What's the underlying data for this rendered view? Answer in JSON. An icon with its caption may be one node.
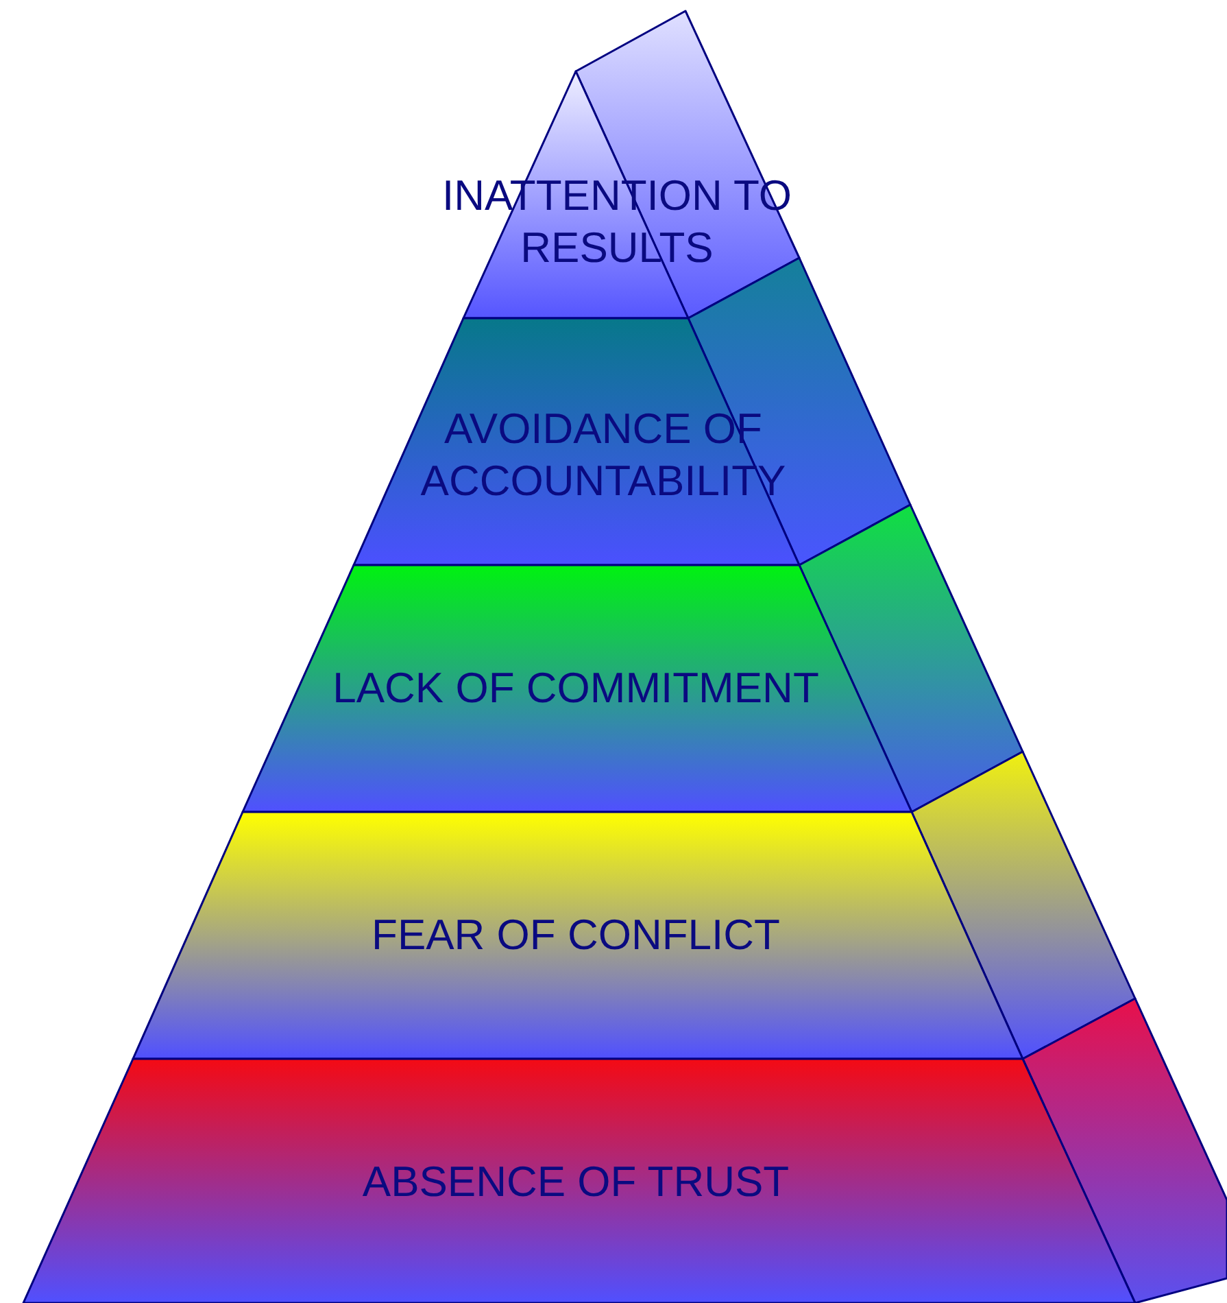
{
  "diagram": {
    "nodes": [
      {
        "text": [
          "INATTENTION TO RESULTS"
        ]
      },
      {
        "text": [
          "AVOIDANCE OF ACCOUNTABILITY"
        ]
      },
      {
        "text": [
          "LACK OF COMMITMENT"
        ]
      },
      {
        "text": [
          "FEAR OF CONFLICT"
        ]
      },
      {
        "text": [
          "ABSENCE OF TRUST"
        ]
      }
    ]
  }
}
